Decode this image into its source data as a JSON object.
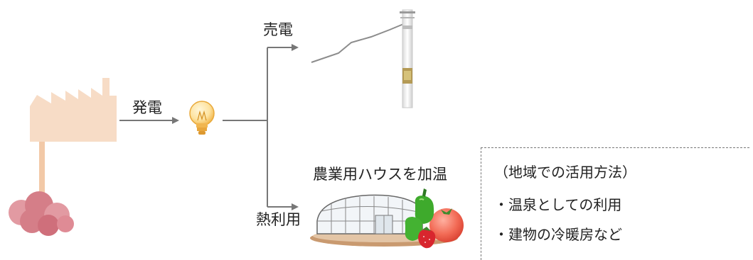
{
  "labels": {
    "generation": "発電",
    "sell_power": "売電",
    "heat_use": "熱利用",
    "greenhouse": "農業用ハウスを加温"
  },
  "info_box": {
    "title": "（地域での活用方法）",
    "items": [
      "・温泉としての利用",
      "・建物の冷暖房など"
    ]
  },
  "colors": {
    "arrow": "#777777",
    "factory": "#f7dcc6",
    "smoke": "#d57e88",
    "bulb": "#f4b340",
    "dashed_border": "#777777"
  },
  "icons": [
    "factory-icon",
    "smoke-cloud-icon",
    "light-bulb-icon",
    "utility-pole-icon",
    "power-line-icon",
    "greenhouse-icon",
    "vegetables-icon"
  ]
}
